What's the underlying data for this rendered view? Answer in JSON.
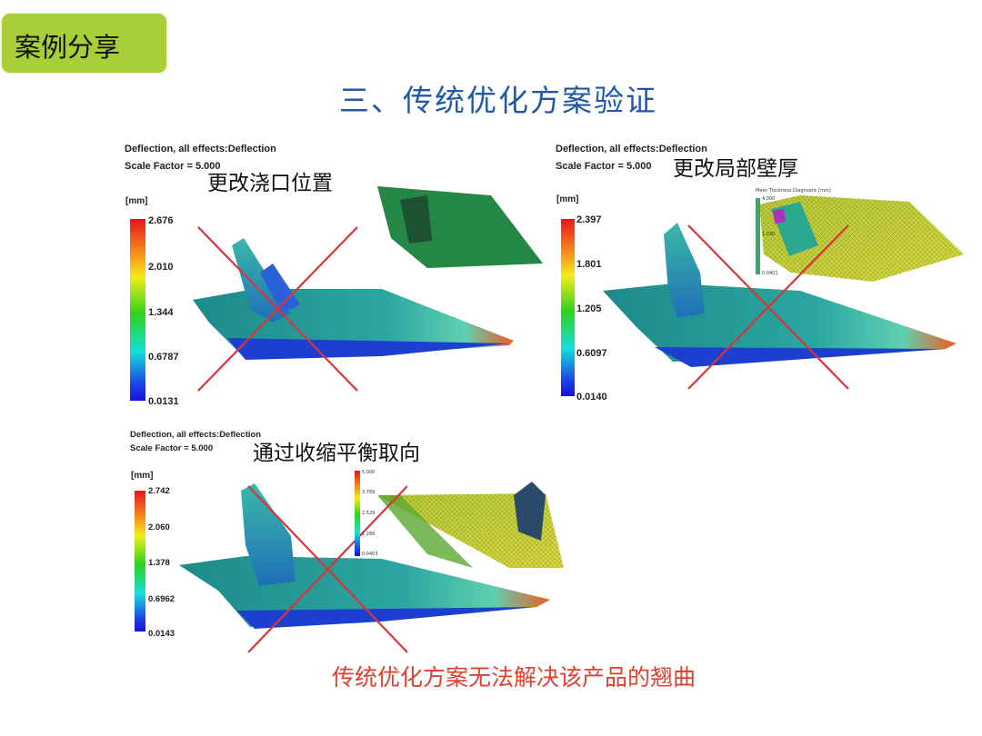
{
  "badge": {
    "label": "案例分享",
    "color": "#a8cf38"
  },
  "title": "三、传统优化方案验证",
  "title_color": "#1e5aa6",
  "panels": [
    {
      "header": "Deflection, all effects:Deflection",
      "scale": "Scale Factor = 5.000",
      "label": "更改浇口位置",
      "unit": "[mm]",
      "ticks": [
        "2.676",
        "2.010",
        "1.344",
        "0.6787",
        "0.0131"
      ],
      "crossed_out": true
    },
    {
      "header": "Deflection, all effects:Deflection",
      "scale": "Scale Factor = 5.000",
      "label": "更改局部壁厚",
      "unit": "[mm]",
      "ticks": [
        "2.397",
        "1.801",
        "1.205",
        "0.6097",
        "0.0140"
      ],
      "crossed_out": true,
      "inset": {
        "title": "Mesh Thickness Diagnostic [mm]",
        "ticks": [
          "4.000",
          "1.030",
          "0.0401"
        ]
      }
    },
    {
      "header": "Deflection, all effects:Deflection",
      "scale": "Scale Factor = 5.000",
      "label": "通过收缩平衡取向",
      "unit": "[mm]",
      "ticks": [
        "2.742",
        "2.060",
        "1.378",
        "0.6962",
        "0.0143"
      ],
      "crossed_out": true,
      "inset": {
        "ticks": [
          "5.000",
          "3.769",
          "2.529",
          "1.289",
          "0.0403"
        ]
      }
    }
  ],
  "conclusion": "传统优化方案无法解决该产品的翘曲",
  "colors": {
    "cross": "#d9343a",
    "conclusion": "#e2402f"
  }
}
